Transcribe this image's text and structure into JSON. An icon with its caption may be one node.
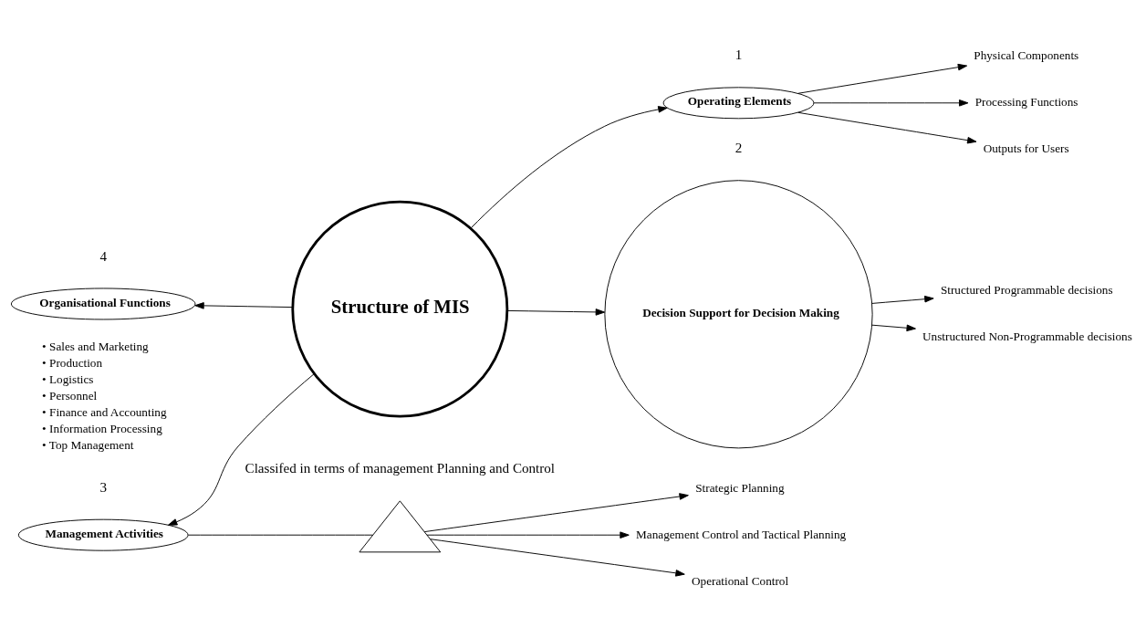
{
  "diagram": {
    "nodes": [
      {
        "text": [
          "Structure of MIS"
        ]
      },
      {
        "text": [
          "Operating Elements"
        ],
        "beside": [
          "1"
        ]
      },
      {
        "text": [
          "Physical Components"
        ]
      },
      {
        "text": [
          "Processing Functions"
        ]
      },
      {
        "text": [
          "Outputs for Users"
        ]
      },
      {
        "text": [
          "Decision Support for Decision Making"
        ],
        "beside": [
          "2"
        ]
      },
      {
        "text": [
          "Structured Programmable decisions"
        ]
      },
      {
        "text": [
          "Unstructured Non-Programmable decisions"
        ]
      },
      {
        "text": [
          "Organisational Functions"
        ],
        "beside": [
          "4"
        ]
      },
      {
        "text": [
          "Management Activities"
        ],
        "beside": [
          "3"
        ]
      },
      {
        "text": [],
        "shape": "triangle",
        "beside": [
          "Classifed in terms of management Planning and Control"
        ]
      },
      {
        "text": [
          "Strategic Planning"
        ]
      },
      {
        "text": [
          "Management Control and Tactical Planning"
        ]
      },
      {
        "text": [
          "Operational Control"
        ]
      }
    ],
    "edges": [
      {
        "from": 0,
        "to": 1,
        "arrow": "to"
      },
      {
        "from": 0,
        "to": 5,
        "arrow": "to"
      },
      {
        "from": 0,
        "to": 8,
        "arrow": "to"
      },
      {
        "from": 0,
        "to": 9,
        "arrow": "to"
      },
      {
        "from": 1,
        "to": 2,
        "arrow": "to"
      },
      {
        "from": 1,
        "to": 3,
        "arrow": "to"
      },
      {
        "from": 1,
        "to": 4,
        "arrow": "to"
      },
      {
        "from": 5,
        "to": 6,
        "arrow": "to"
      },
      {
        "from": 5,
        "to": 7,
        "arrow": "to"
      },
      {
        "from": 9,
        "to": 10,
        "arrow": "none"
      },
      {
        "from": 10,
        "to": 11,
        "arrow": "to"
      },
      {
        "from": 10,
        "to": 12,
        "arrow": "to"
      },
      {
        "from": 10,
        "to": 13,
        "arrow": "to"
      }
    ],
    "labels": [
      "• Sales and Marketing",
      "• Production",
      "• Logistics",
      "• Personnel",
      "• Finance and Accounting",
      "• Information Processing",
      "• Top Management"
    ]
  }
}
